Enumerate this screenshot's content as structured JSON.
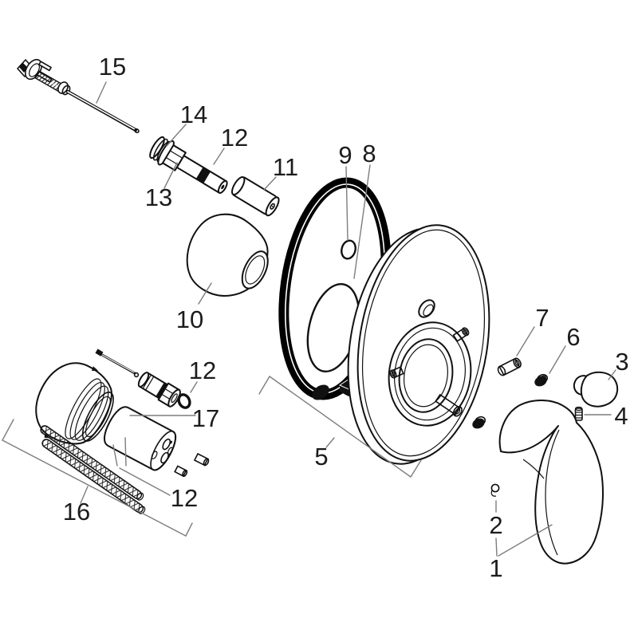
{
  "diagram_type": "exploded-parts-diagram",
  "colors": {
    "background": "#ffffff",
    "part_outline": "#111111",
    "leader_line": "#7d7d7d",
    "label_text": "#1c1c1c",
    "seal_ring": "#000000"
  },
  "labels": {
    "l1": "1",
    "l2": "2",
    "l3": "3",
    "l4": "4",
    "l5": "5",
    "l6": "6",
    "l7": "7",
    "l8": "8",
    "l9": "9",
    "l10": "10",
    "l11": "11",
    "l12a": "12",
    "l12b": "12",
    "l12c": "12",
    "l13": "13",
    "l14": "14",
    "l15": "15",
    "l16": "16",
    "l17": "17"
  }
}
